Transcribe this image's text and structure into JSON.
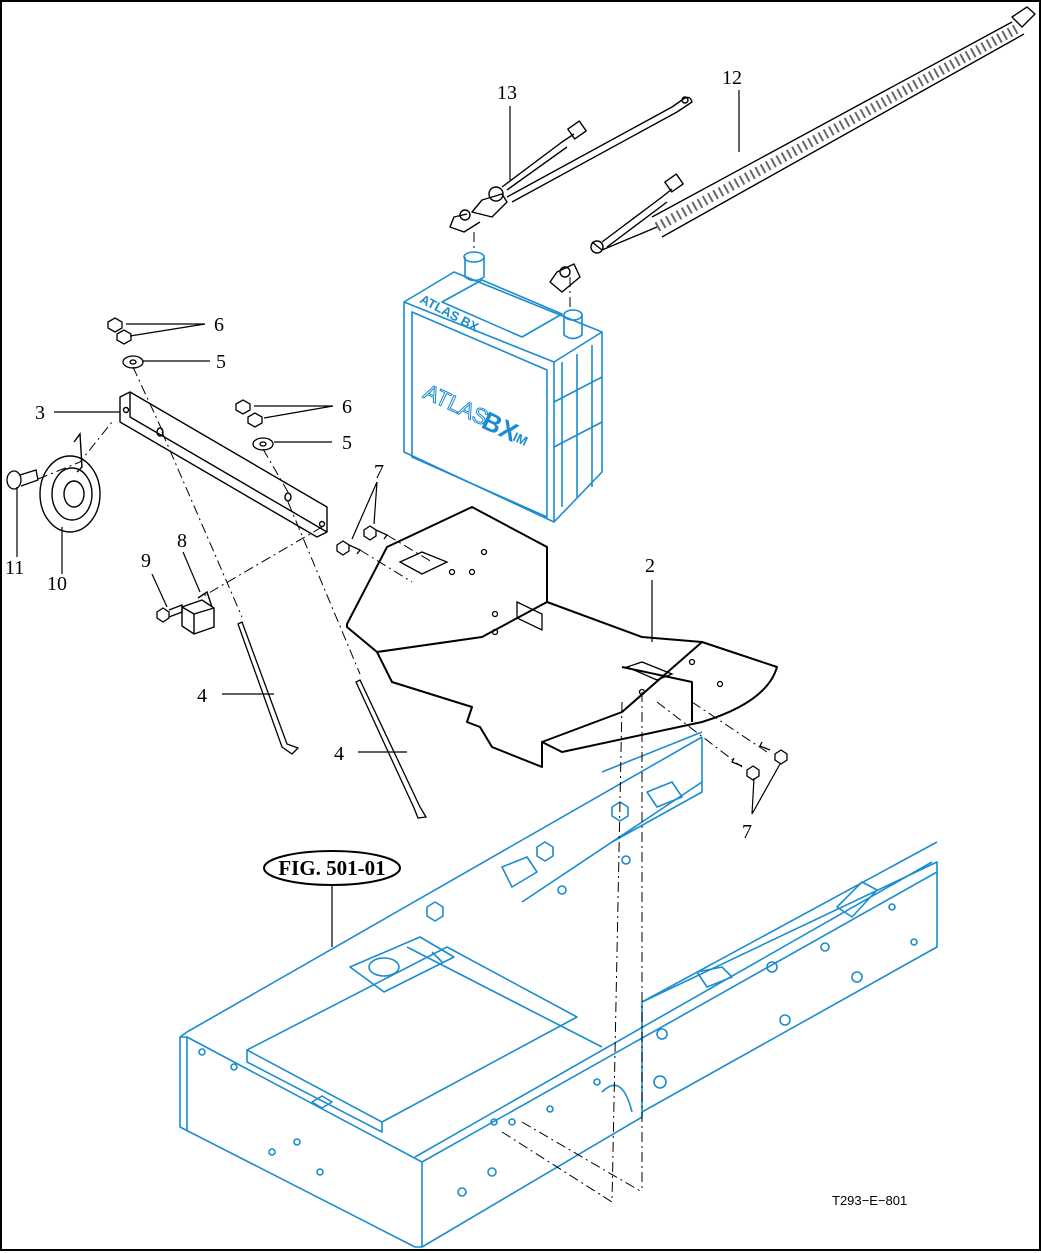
{
  "colors": {
    "frame_line": "#1a8ccf",
    "battery_line": "#1a8ccf",
    "part_line": "#000000",
    "background": "#ffffff"
  },
  "callouts": {
    "c2": "2",
    "c3": "3",
    "c4a": "4",
    "c4b": "4",
    "c5a": "5",
    "c5b": "5",
    "c6a": "6",
    "c6b": "6",
    "c7a": "7",
    "c7b": "7",
    "c8": "8",
    "c9": "9",
    "c10": "10",
    "c11": "11",
    "c12": "12",
    "c13": "13"
  },
  "battery": {
    "brand_side": "ATLAS",
    "model_side": "BX",
    "model_suffix": "IM",
    "brand_top": "ATLAS BX"
  },
  "figure_reference": "FIG. 501-01",
  "drawing_number": "T293−E−801"
}
